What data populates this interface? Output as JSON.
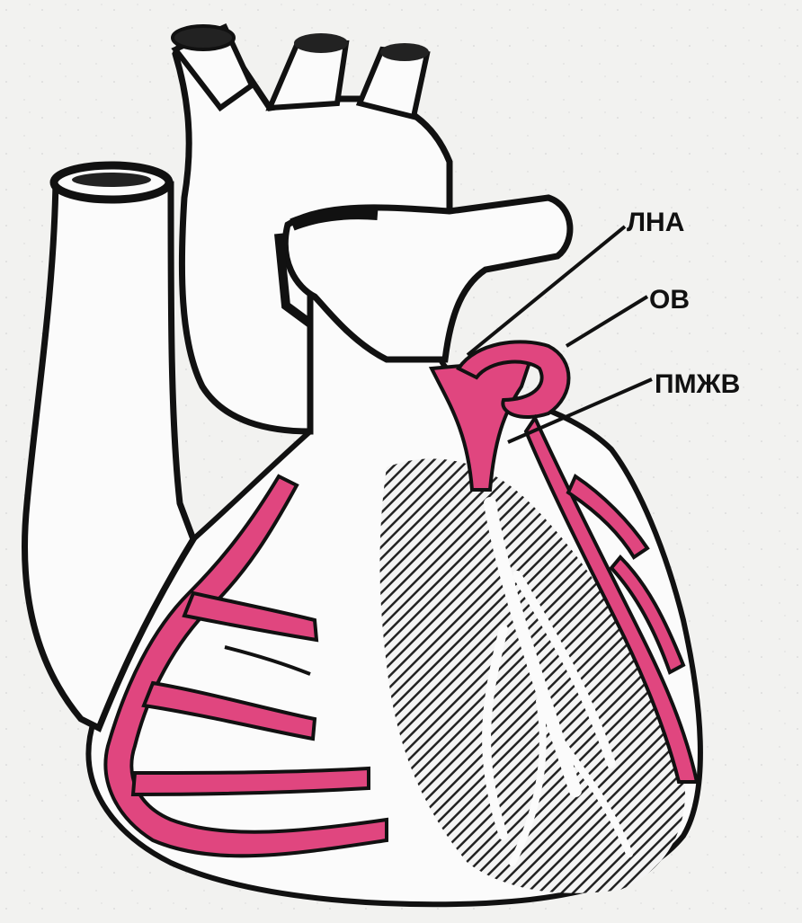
{
  "diagram": {
    "labels": {
      "lad": "ЛНА",
      "circumflex": "ОВ",
      "posterior_branch": "ПМЖВ"
    },
    "colors": {
      "paper": "#f2f2f0",
      "outline": "#111111",
      "vessel": "#e0467f",
      "ischemic_zone_hatch": "#222222"
    }
  }
}
